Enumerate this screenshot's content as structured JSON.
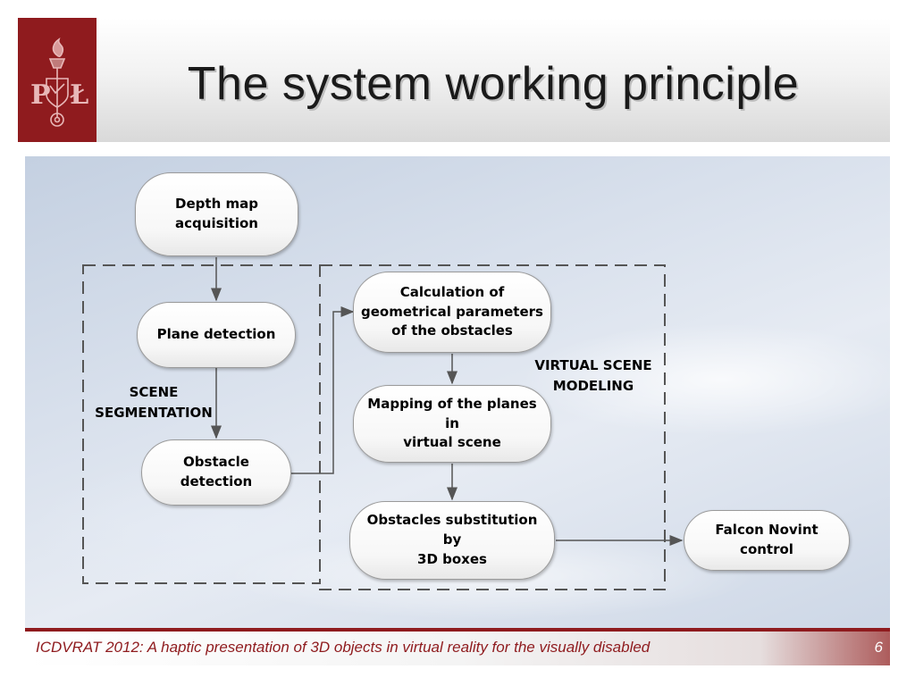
{
  "slide": {
    "title": "The system working principle",
    "logo_letters": "P Ł",
    "footer": "ICDVRAT 2012: A haptic presentation of 3D objects in virtual reality for the visually disabled",
    "page_number": "6"
  },
  "diagram": {
    "nodes": {
      "depth_map": [
        "Depth map",
        "acquisition"
      ],
      "plane_detection": [
        "Plane detection"
      ],
      "obstacle_detection": [
        "Obstacle detection"
      ],
      "calculation": [
        "Calculation of",
        "geometrical parameters",
        "of the obstacles"
      ],
      "mapping": [
        "Mapping of the planes in",
        "virtual scene"
      ],
      "substitution": [
        "Obstacles substitution by",
        "3D boxes"
      ],
      "falcon": [
        "Falcon Novint",
        "control"
      ]
    },
    "groups": {
      "scene_segmentation": [
        "SCENE",
        "SEGMENTATION"
      ],
      "virtual_scene_modeling": [
        "VIRTUAL SCENE",
        "MODELING"
      ]
    }
  },
  "colors": {
    "brand_red": "#8f1b1e",
    "arrow": "#555555",
    "dashed_border": "#555555"
  }
}
